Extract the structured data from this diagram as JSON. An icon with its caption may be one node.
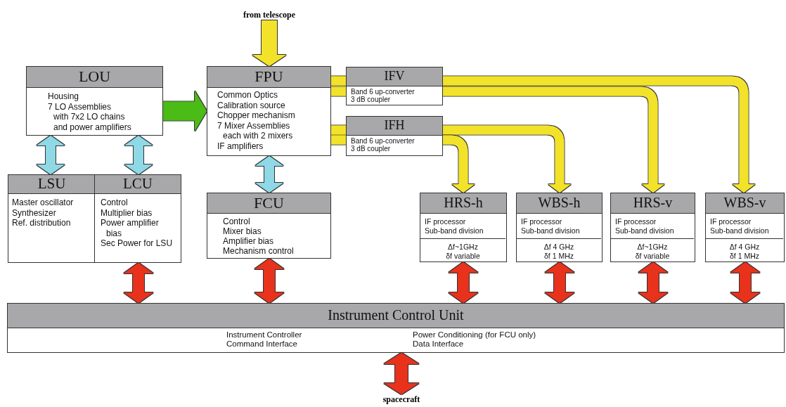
{
  "diagram": {
    "nodes": [
      {
        "text": [
          "from telescope"
        ]
      },
      {
        "text": [
          "LOU",
          "Housing",
          "7 LO Assemblies",
          "with 7x2 LO chains",
          "and power amplifiers"
        ]
      },
      {
        "text": [
          "FPU",
          "Common Optics",
          "Calibration source",
          "Chopper mechanism",
          "7 Mixer Assemblies",
          "each with 2 mixers",
          "IF amplifiers"
        ]
      },
      {
        "text": [
          "IFV",
          "Band 6 up-converter",
          "3 dB coupler"
        ]
      },
      {
        "text": [
          "IFH",
          "Band 6 up-converter",
          "3 dB coupler"
        ]
      },
      {
        "text": [
          "LSU",
          "Master oscillator",
          "Synthesizer",
          "Ref. distribution"
        ]
      },
      {
        "text": [
          "LCU",
          "Control",
          "Multiplier bias",
          "Power amplifier bias",
          "Sec Power for LSU"
        ]
      },
      {
        "text": [
          "FCU",
          "Control",
          "Mixer bias",
          "Amplifier bias",
          "Mechanism control"
        ]
      },
      {
        "text": [
          "HRS-h",
          "IF processor",
          "Sub-band division",
          "Δf~1GHz",
          "δf variable"
        ]
      },
      {
        "text": [
          "WBS-h",
          "IF processor",
          "Sub-band division",
          "Δf 4 GHz",
          "δf 1 MHz"
        ]
      },
      {
        "text": [
          "HRS-v",
          "IF processor",
          "Sub-band division",
          "Δf~1GHz",
          "δf variable"
        ]
      },
      {
        "text": [
          "WBS-v",
          "IF processor",
          "Sub-band division",
          "Δf 4 GHz",
          "δf 1 MHz"
        ]
      },
      {
        "text": [
          "Instrument Control Unit",
          "Instrument Controller",
          "Command Interface",
          "Power Conditioning (for FCU only)",
          "Data Interface"
        ]
      },
      {
        "text": [
          "spacecraft"
        ]
      }
    ],
    "edges": [
      {
        "from": 0,
        "to": 2,
        "arrow": "to",
        "color": "#f2e32a"
      },
      {
        "from": 1,
        "to": 2,
        "arrow": "to",
        "style": "thick",
        "color": "#4cbb17"
      },
      {
        "from": 2,
        "to": 3,
        "arrow": "none",
        "color": "#f2e32a"
      },
      {
        "from": 2,
        "to": 4,
        "arrow": "none",
        "color": "#f2e32a"
      },
      {
        "from": 3,
        "to": 11,
        "arrow": "to",
        "color": "#f2e32a"
      },
      {
        "from": 3,
        "to": 10,
        "arrow": "to",
        "color": "#f2e32a"
      },
      {
        "from": 4,
        "to": 9,
        "arrow": "to",
        "color": "#f2e32a"
      },
      {
        "from": 4,
        "to": 8,
        "arrow": "to",
        "color": "#f2e32a"
      },
      {
        "from": 6,
        "to": 12,
        "arrow": "both",
        "color": "#e8321e"
      },
      {
        "from": 7,
        "to": 12,
        "arrow": "both",
        "color": "#e8321e"
      },
      {
        "from": 8,
        "to": 12,
        "arrow": "both",
        "color": "#e8321e"
      },
      {
        "from": 9,
        "to": 12,
        "arrow": "both",
        "color": "#e8321e"
      },
      {
        "from": 10,
        "to": 12,
        "arrow": "both",
        "color": "#e8321e"
      },
      {
        "from": 11,
        "to": 12,
        "arrow": "both",
        "color": "#e8321e"
      },
      {
        "from": 12,
        "to": 13,
        "arrow": "both",
        "color": "#e8321e"
      },
      {
        "from": 1,
        "to": 5,
        "arrow": "both",
        "color": "#8fd8e6"
      },
      {
        "from": 1,
        "to": 6,
        "arrow": "both",
        "color": "#8fd8e6"
      },
      {
        "from": 2,
        "to": 7,
        "arrow": "both",
        "color": "#8fd8e6"
      }
    ]
  }
}
